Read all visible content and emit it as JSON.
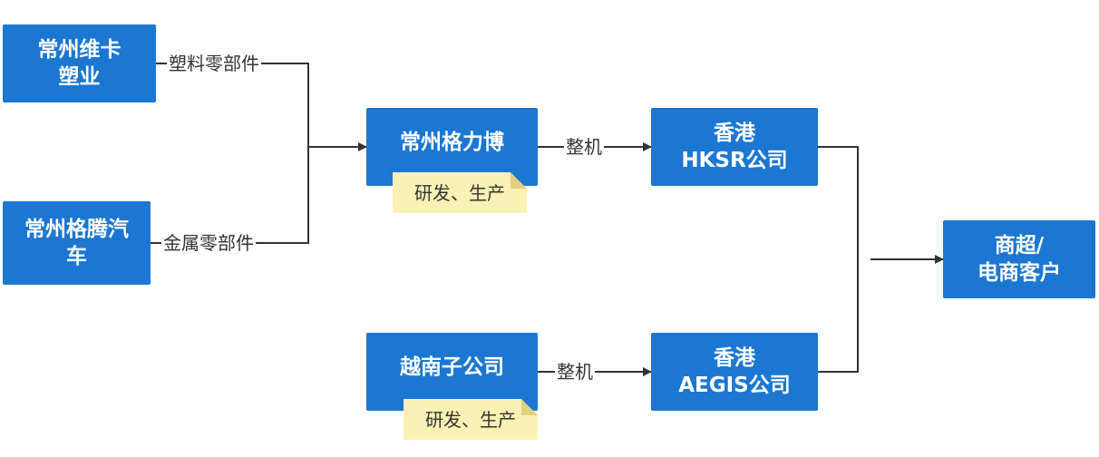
{
  "nodes": {
    "changzhou_weika": {
      "line1": "常州维卡",
      "line2": "塑业"
    },
    "changzhou_geteng": {
      "line1": "常州格腾汽",
      "line2": "车"
    },
    "changzhou_gelibo": {
      "line1": "常州格力博"
    },
    "vietnam_sub": {
      "line1": "越南子公司"
    },
    "hk_hksr": {
      "line1": "香港",
      "line2": "HKSR公司"
    },
    "hk_aegis": {
      "line1": "香港",
      "line2": "AEGIS公司"
    },
    "retail": {
      "line1": "商超/",
      "line2": "电商客户"
    }
  },
  "notes": {
    "gelibo_note": "研发、生产",
    "vietnam_note": "研发、生产"
  },
  "edge_labels": {
    "plastic_parts": "塑料零部件",
    "metal_parts": "金属零部件",
    "machine_top": "整机",
    "machine_bottom": "整机"
  },
  "colors": {
    "node_fill": "#1b77d2",
    "note_fill": "#fbf1b5",
    "line": "#333333"
  }
}
